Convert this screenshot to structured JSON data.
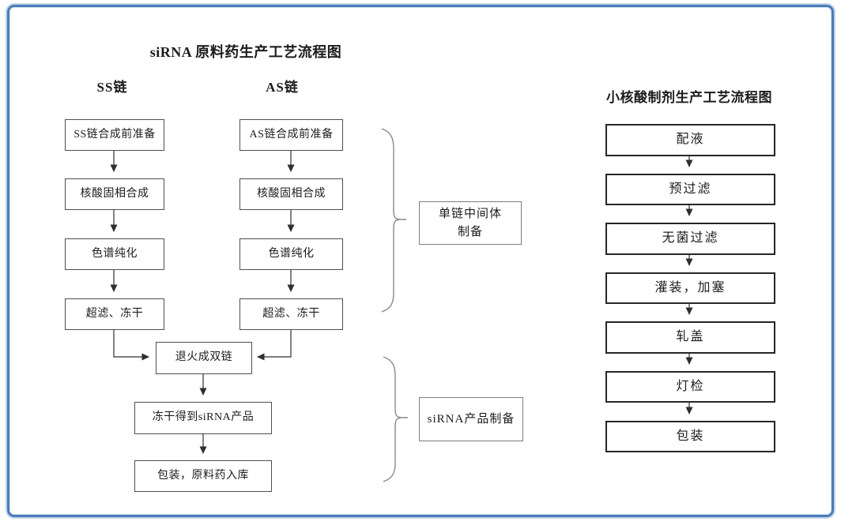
{
  "api_chart": {
    "title": "siRNA 原料药生产工艺流程图",
    "ss_column": {
      "header": "SS链",
      "steps": [
        "SS链合成前准备",
        "核酸固相合成",
        "色谱纯化",
        "超滤、冻干"
      ]
    },
    "as_column": {
      "header": "AS链",
      "steps": [
        "AS链合成前准备",
        "核酸固相合成",
        "色谱纯化",
        "超滤、冻干"
      ]
    },
    "merged_steps": [
      "退火成双链",
      "冻干得到siRNA产品",
      "包装，原料药入库"
    ],
    "stage_labels": [
      {
        "line1": "单链中间体",
        "line2": "制备"
      },
      {
        "line1": "siRNA产品制备"
      }
    ]
  },
  "formulation_chart": {
    "title": "小核酸制剂生产工艺流程图",
    "steps": [
      "配液",
      "预过滤",
      "无菌过滤",
      "灌装，加塞",
      "轧盖",
      "灯检",
      "包装"
    ]
  },
  "colors": {
    "frame_border": "#4a7db8",
    "box_border": "#4f4f4f",
    "bold_box_border": "#262626",
    "connector": "#2f2f2f",
    "brace": "#8a8a8a"
  }
}
